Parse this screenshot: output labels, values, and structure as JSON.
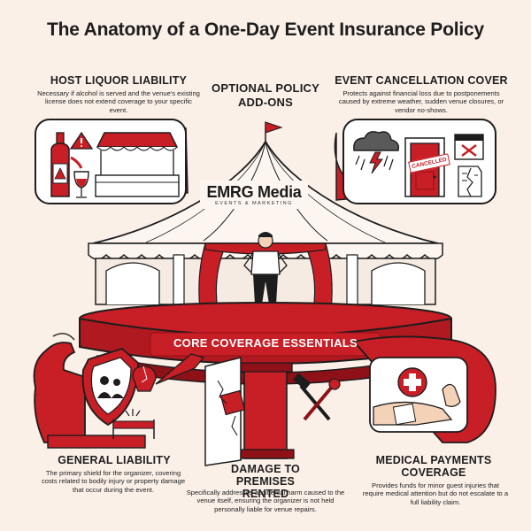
{
  "title": "The Anatomy of a One-Day Event Insurance Policy",
  "optional": {
    "label": "OPTIONAL POLICY ADD-ONS"
  },
  "brand": {
    "name": "EMRG Media",
    "tagline": "EVENTS & MARKETING"
  },
  "core": {
    "label": "CORE COVERAGE ESSENTIALS"
  },
  "host_liquor": {
    "heading": "HOST LIQUOR LIABILITY",
    "description": "Necessary if alcohol is served and the venue's existing license does not extend coverage to your specific event."
  },
  "event_cancellation": {
    "heading": "EVENT CANCELLATION COVER",
    "description": "Protects against financial loss due to postponements caused by extreme weather, sudden venue closures, or vendor no-shows.",
    "stamp": "CANCELLED"
  },
  "general_liability": {
    "heading": "GENERAL LIABILITY",
    "description": "The primary shield for the organizer, covering costs related to bodily injury or property damage that occur during the event."
  },
  "damage_premises": {
    "heading": "DAMAGE TO PREMISES RENTED",
    "description": "Specifically addresses accidental harm caused to the venue itself, ensuring the organizer is not held personally liable for venue repairs."
  },
  "medical_payments": {
    "heading": "MEDICAL PAYMENTS COVERAGE",
    "description": "Provides funds for minor guest injuries that require medical attention but do not escalate to a full liability claim."
  },
  "colors": {
    "accent": "#c81e25",
    "dark_red": "#8f1118",
    "background": "#fbf0e8",
    "ink": "#1d1d1d"
  }
}
